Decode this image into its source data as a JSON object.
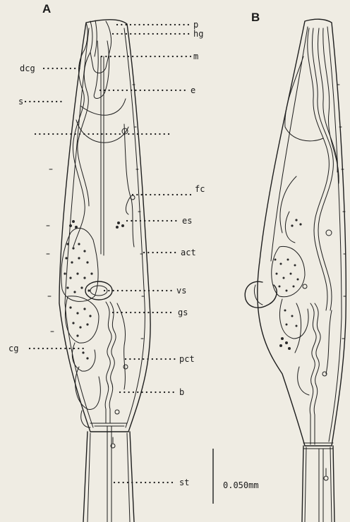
{
  "panels": [
    {
      "id": "A",
      "letter": "A"
    },
    {
      "id": "B",
      "letter": "B"
    }
  ],
  "labels": {
    "p": "p",
    "hg": "hg",
    "m": "m",
    "dcg": "dcg",
    "e": "e",
    "s": "s",
    "fc": "fc",
    "es": "es",
    "act": "act",
    "vs": "vs",
    "gs": "gs",
    "cg": "cg",
    "pct": "pct",
    "b": "b",
    "st": "st"
  },
  "scale_bar": {
    "label": "0.050mm"
  },
  "colors": {
    "paper": "#efece3",
    "ink": "#1e1e1e"
  }
}
